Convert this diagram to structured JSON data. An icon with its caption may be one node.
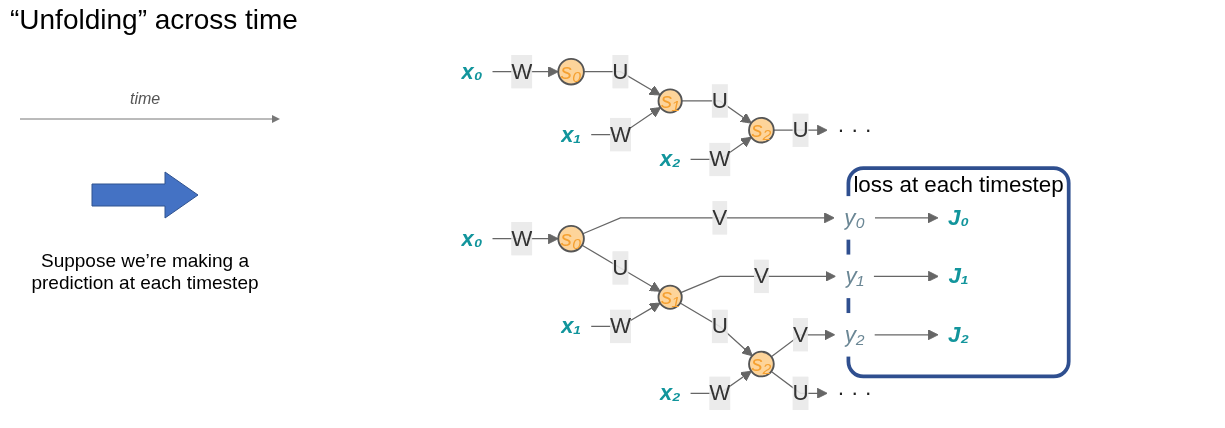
{
  "diagram": {
    "title": "“Unfolding” across time",
    "nodes": [
      {
        "text": [
          "s₀"
        ]
      },
      {
        "text": [
          "s₁"
        ]
      },
      {
        "text": [
          "s₂"
        ]
      },
      {
        "text": [
          "· · ·"
        ]
      },
      {
        "text": [
          "x₀"
        ]
      },
      {
        "text": [
          "x₁"
        ]
      },
      {
        "text": [
          "x₂"
        ]
      },
      {
        "text": [
          "loss at each timestep"
        ]
      },
      {
        "text": [
          "J₀"
        ],
        "in": 7
      },
      {
        "text": [
          "J₁"
        ],
        "in": 7
      },
      {
        "text": [
          "J₂"
        ],
        "in": 7
      },
      {
        "text": [
          "y₀"
        ]
      },
      {
        "text": [
          "y₁"
        ]
      },
      {
        "text": [
          "y₂"
        ]
      },
      {
        "text": [
          "s₀"
        ]
      },
      {
        "text": [
          "s₁"
        ]
      },
      {
        "text": [
          "s₂"
        ]
      },
      {
        "text": [
          "· · ·"
        ]
      },
      {
        "text": [
          "x₀"
        ]
      },
      {
        "text": [
          "x₁"
        ]
      },
      {
        "text": [
          "x₂"
        ]
      }
    ],
    "edges": [
      {
        "from": 4,
        "to": 0,
        "arrow": "to",
        "label": "W"
      },
      {
        "from": 0,
        "to": 1,
        "arrow": "to",
        "label": "U"
      },
      {
        "from": 5,
        "to": 1,
        "arrow": "to",
        "label": "W"
      },
      {
        "from": 1,
        "to": 2,
        "arrow": "to",
        "label": "U"
      },
      {
        "from": 6,
        "to": 2,
        "arrow": "to",
        "label": "W"
      },
      {
        "from": 2,
        "to": 3,
        "arrow": "to",
        "label": "U"
      },
      {
        "from": 11,
        "to": 8,
        "arrow": "to"
      },
      {
        "from": 12,
        "to": 9,
        "arrow": "to"
      },
      {
        "from": 13,
        "to": 10,
        "arrow": "to"
      },
      {
        "from": 14,
        "to": 11,
        "arrow": "to",
        "label": "V"
      },
      {
        "from": 15,
        "to": 12,
        "arrow": "to",
        "label": "V"
      },
      {
        "from": 16,
        "to": 13,
        "arrow": "to",
        "label": "V"
      },
      {
        "from": 18,
        "to": 14,
        "arrow": "to",
        "label": "W"
      },
      {
        "from": 14,
        "to": 15,
        "arrow": "to",
        "label": "U"
      },
      {
        "from": 19,
        "to": 15,
        "arrow": "to",
        "label": "W"
      },
      {
        "from": 15,
        "to": 16,
        "arrow": "to",
        "label": "U"
      },
      {
        "from": 20,
        "to": 16,
        "arrow": "to",
        "label": "W"
      },
      {
        "from": 16,
        "to": 17,
        "arrow": "to",
        "label": "U"
      }
    ],
    "labels": [
      "time",
      "Suppose we’re making a prediction at each timestep"
    ]
  }
}
